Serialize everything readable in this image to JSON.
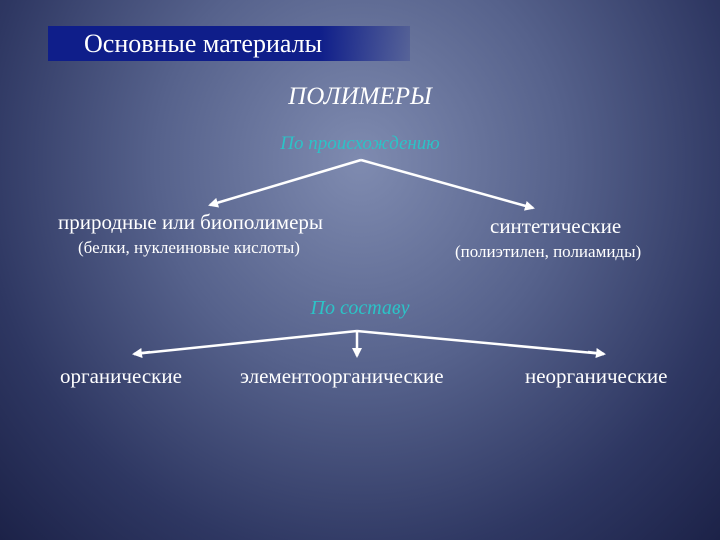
{
  "title": "Основные материалы",
  "heading": "ПОЛИМЕРЫ",
  "by_origin": {
    "label": "По происхождению",
    "natural": {
      "label": "природные или биополимеры",
      "examples": "(белки, нуклеиновые кислоты)"
    },
    "synthetic": {
      "label": "синтетические",
      "examples": "(полиэтилен, полиамиды)"
    }
  },
  "by_composition": {
    "label": "По составу",
    "organic": "органические",
    "elementorganic": "элементоорганические",
    "inorganic": "неорганические"
  },
  "colors": {
    "title_bar": "#0f1e8a",
    "subheading": "#2cc3c7",
    "text": "#ffffff"
  }
}
